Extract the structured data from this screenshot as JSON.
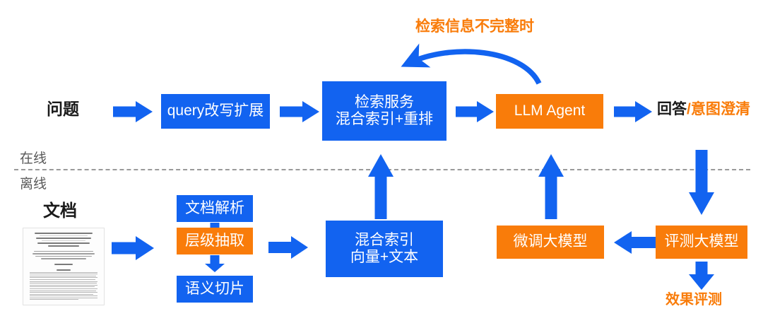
{
  "diagram": {
    "title_annotation": "检索信息不完整时",
    "online_label": "在线",
    "offline_label": "离线",
    "accent_blue": "#1263F0",
    "accent_orange": "#F97C0A",
    "text_dark": "#1a1a1a",
    "divider_gray": "#9a9a9a"
  },
  "online_flow": {
    "input_label": "问题",
    "query_rewrite": "query改写扩展",
    "retrieval_service": {
      "line1": "检索服务",
      "line2": "混合索引+重排"
    },
    "llm_agent": "LLM Agent",
    "output": {
      "primary": "回答",
      "separator": "/",
      "secondary": "意图澄清"
    }
  },
  "offline_flow": {
    "document_label": "文档",
    "document_thumbnail_alt": "paper-page-preview",
    "pipeline": [
      {
        "label": "文档解析",
        "color": "blue"
      },
      {
        "label": "层级抽取",
        "color": "orange"
      },
      {
        "label": "语义切片",
        "color": "blue"
      }
    ],
    "hybrid_index": {
      "line1": "混合索引",
      "line2": "向量+文本"
    },
    "finetune_model": "微调大模型",
    "evaluate_model": "评测大模型",
    "effect_evaluation": "效果评测"
  },
  "arrows": {
    "question_to_query": "arrow-question-to-query",
    "query_to_retrieval": "arrow-query-to-retrieval",
    "retrieval_to_agent": "arrow-retrieval-to-agent",
    "agent_to_output": "arrow-agent-to-output",
    "agent_feedback_to_retrieval": "curved-arrow-agent-feedback",
    "index_up_to_retrieval": "arrow-index-up-to-retrieval",
    "finetune_up_to_agent": "arrow-finetune-up-to-agent",
    "online_down_to_evaluate": "arrow-online-down-to-evaluate",
    "doc_to_extract": "arrow-doc-to-extract",
    "parse_to_extract": "arrow-parse-to-extract",
    "extract_to_chunk": "arrow-extract-to-chunk",
    "chunk_to_index": "arrow-chunk-to-index",
    "evaluate_to_finetune": "arrow-evaluate-to-finetune",
    "evaluate_to_effect": "arrow-evaluate-to-effect"
  }
}
